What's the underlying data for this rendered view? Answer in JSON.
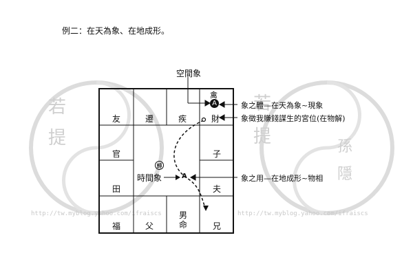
{
  "header": {
    "title": "例二：在天為象、在地成形。"
  },
  "watermarks": {
    "left_chars": [
      "若",
      "提"
    ],
    "right_chars": [
      "若",
      "提",
      "孫",
      "隱"
    ],
    "url_left": "http://tw.myblog.yahoo.com/ifraiscs",
    "url_right": "http://tw.myblog.yahoo.com/ifraiscs"
  },
  "palaces": {
    "top": [
      "友",
      "遷",
      "疾",
      "財"
    ],
    "right": [
      "子",
      "夫"
    ],
    "bottom": [
      "福",
      "父",
      "男命",
      "兄"
    ],
    "left": [
      "官",
      "田"
    ]
  },
  "markers": {
    "top_char": "禽",
    "circle_a": "A",
    "small_a": "A",
    "center_circle_char": "轉",
    "center_label": "時間象"
  },
  "annotations": {
    "space_label": "空間象",
    "body_label": "象之體—在天為象~現象",
    "symbol_label": "象徵我賺錢謀生的宮位(在物解)",
    "use_label": "象之用—在地成形~物相"
  }
}
